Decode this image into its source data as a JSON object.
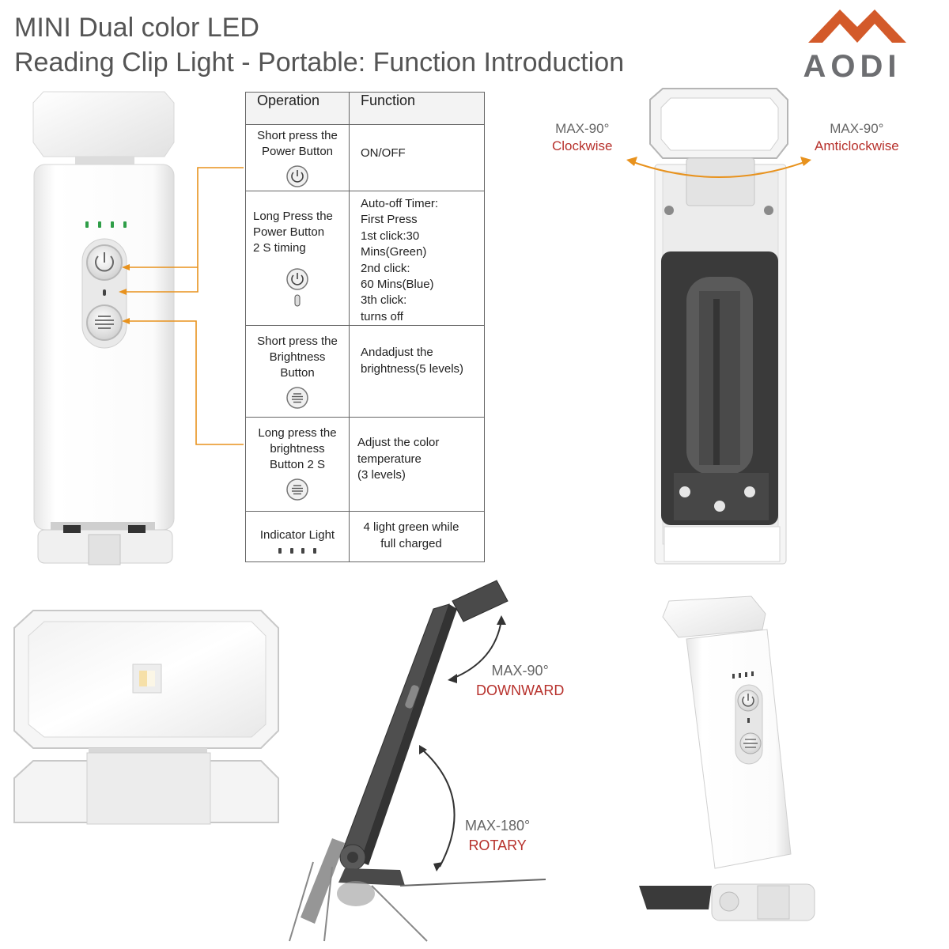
{
  "header": {
    "title_line1": "MINI Dual color LED",
    "title_line2": "Reading Clip Light - Portable: Function Introduction"
  },
  "logo": {
    "text": "AODI",
    "colors": [
      "#d35a2a",
      "#6d6e71"
    ]
  },
  "table": {
    "headers": [
      "Operation",
      "Function"
    ],
    "rows": [
      {
        "operation": [
          "Short press the",
          "Power Button"
        ],
        "icon": "power-icon",
        "function": [
          "ON/OFF"
        ]
      },
      {
        "operation": [
          "Long Press the",
          "Power Button",
          "2 S timing"
        ],
        "icon": "power-icon",
        "function": [
          "Auto-off Timer:",
          "First Press",
          "1st click:30",
          "Mins(Green)",
          "2nd click:",
          "60 Mins(Blue)",
          "3th click:",
          "turns off"
        ]
      },
      {
        "operation": [
          "Short press the",
          "Brightness",
          "Button"
        ],
        "icon": "brightness-icon",
        "function": [
          "Andadjust the",
          "brightness(5 levels)"
        ]
      },
      {
        "operation": [
          "Long press the",
          "brightness",
          "Button 2 S"
        ],
        "icon": "brightness-icon",
        "function": [
          "Adjust the color",
          "temperature",
          "(3 levels)"
        ]
      },
      {
        "operation": [
          "Indicator Light"
        ],
        "icon": "indicator-dots-icon",
        "function": [
          "4 light green while",
          "full charged"
        ]
      }
    ]
  },
  "annotations": {
    "clockwise": {
      "angle": "MAX-90°",
      "label": "Clockwise"
    },
    "anticlockwise": {
      "angle": "MAX-90°",
      "label": "Amticlockwise"
    },
    "downward": {
      "angle": "MAX-90°",
      "label": "DOWNWARD"
    },
    "rotary": {
      "angle": "MAX-180°",
      "label": "ROTARY"
    }
  },
  "colors": {
    "accent_orange": "#e8921d",
    "label_red": "#b7312c",
    "indicator_green": "#2f9e48"
  }
}
